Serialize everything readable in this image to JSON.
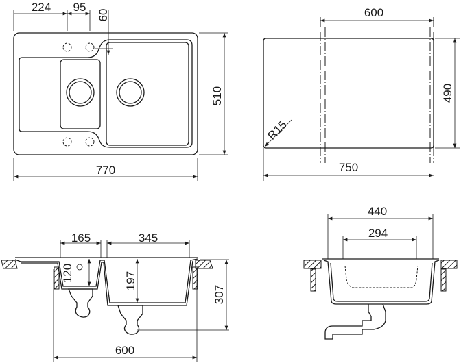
{
  "top_view": {
    "dim_224": "224",
    "dim_95": "95",
    "dim_60": "60",
    "dim_510": "510",
    "dim_770": "770"
  },
  "cutout_view": {
    "dim_600": "600",
    "dim_490": "490",
    "dim_750": "750",
    "radius": "R15"
  },
  "side_section": {
    "dim_165": "165",
    "dim_345": "345",
    "dim_120": "120",
    "dim_197": "197",
    "dim_307": "307",
    "dim_600": "600"
  },
  "front_section": {
    "dim_440": "440",
    "dim_294": "294"
  },
  "colors": {
    "line": "#1a1a1a",
    "background": "#ffffff"
  }
}
